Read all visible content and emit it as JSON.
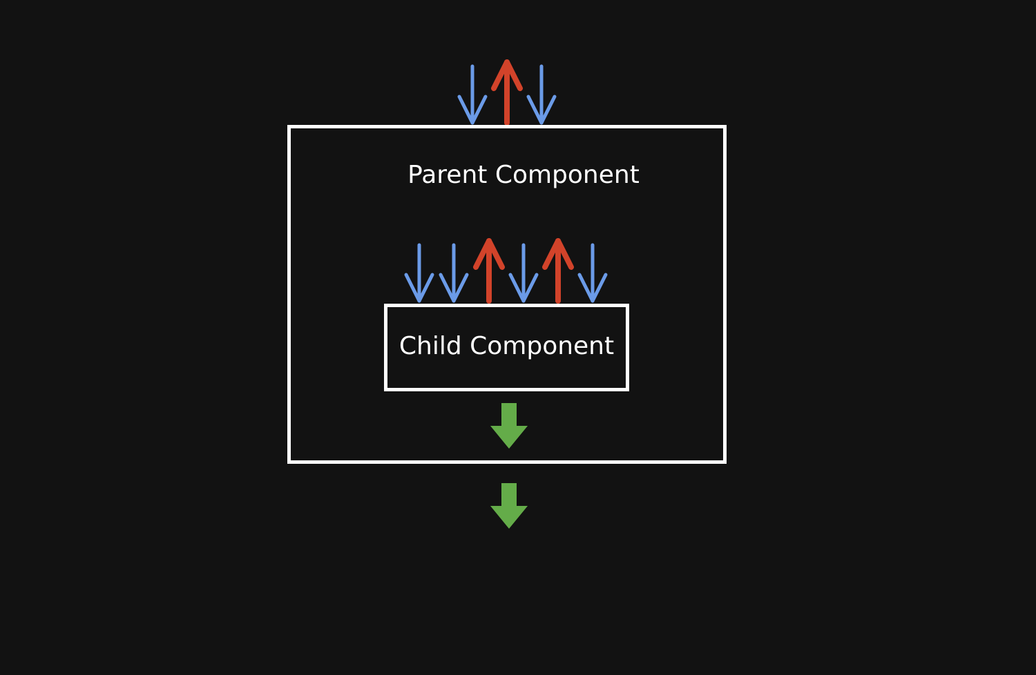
{
  "diagram": {
    "parent_label": "Parent Component",
    "child_label": "Child Component"
  },
  "colors": {
    "background": "#121212",
    "box_stroke": "#ffffff",
    "down_arrow": "#6b9be8",
    "up_arrow": "#d2432a",
    "output_arrow": "#64ac49"
  },
  "arrows": {
    "parent_inputs": [
      "down",
      "up",
      "down"
    ],
    "child_inputs": [
      "down",
      "down",
      "up",
      "down",
      "up",
      "down"
    ],
    "outputs": [
      "child-output",
      "parent-output"
    ]
  }
}
